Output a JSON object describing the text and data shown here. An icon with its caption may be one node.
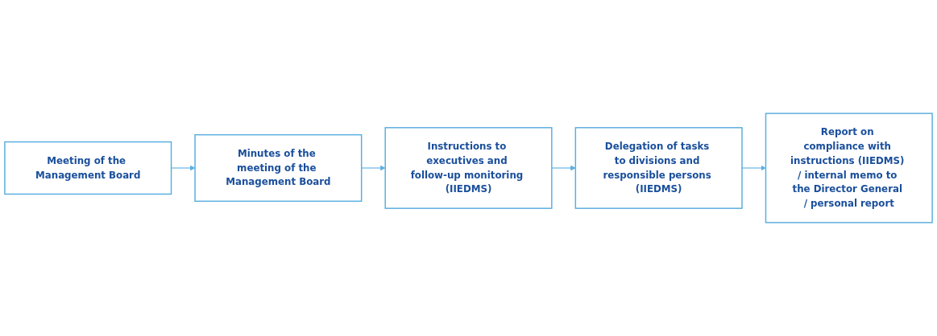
{
  "diagram": {
    "nodes": [
      {
        "text": [
          "Meeting of the Management Board"
        ]
      },
      {
        "text": [
          "Minutes of the meeting of the Management Board"
        ]
      },
      {
        "text": [
          "Instructions to executives and follow-up monitoring (IIEDMS)"
        ]
      },
      {
        "text": [
          "Delegation of tasks to divisions and responsible persons (IIEDMS)"
        ]
      },
      {
        "text": [
          "Report on compliance with instructions (IIEDMS) / internal memo to the Director General / personal report"
        ]
      }
    ],
    "edges": [
      {
        "from": 0,
        "to": 1,
        "arrow": "to"
      },
      {
        "from": 1,
        "to": 2,
        "arrow": "to"
      },
      {
        "from": 2,
        "to": 3,
        "arrow": "to"
      },
      {
        "from": 3,
        "to": 4,
        "arrow": "to"
      }
    ]
  }
}
